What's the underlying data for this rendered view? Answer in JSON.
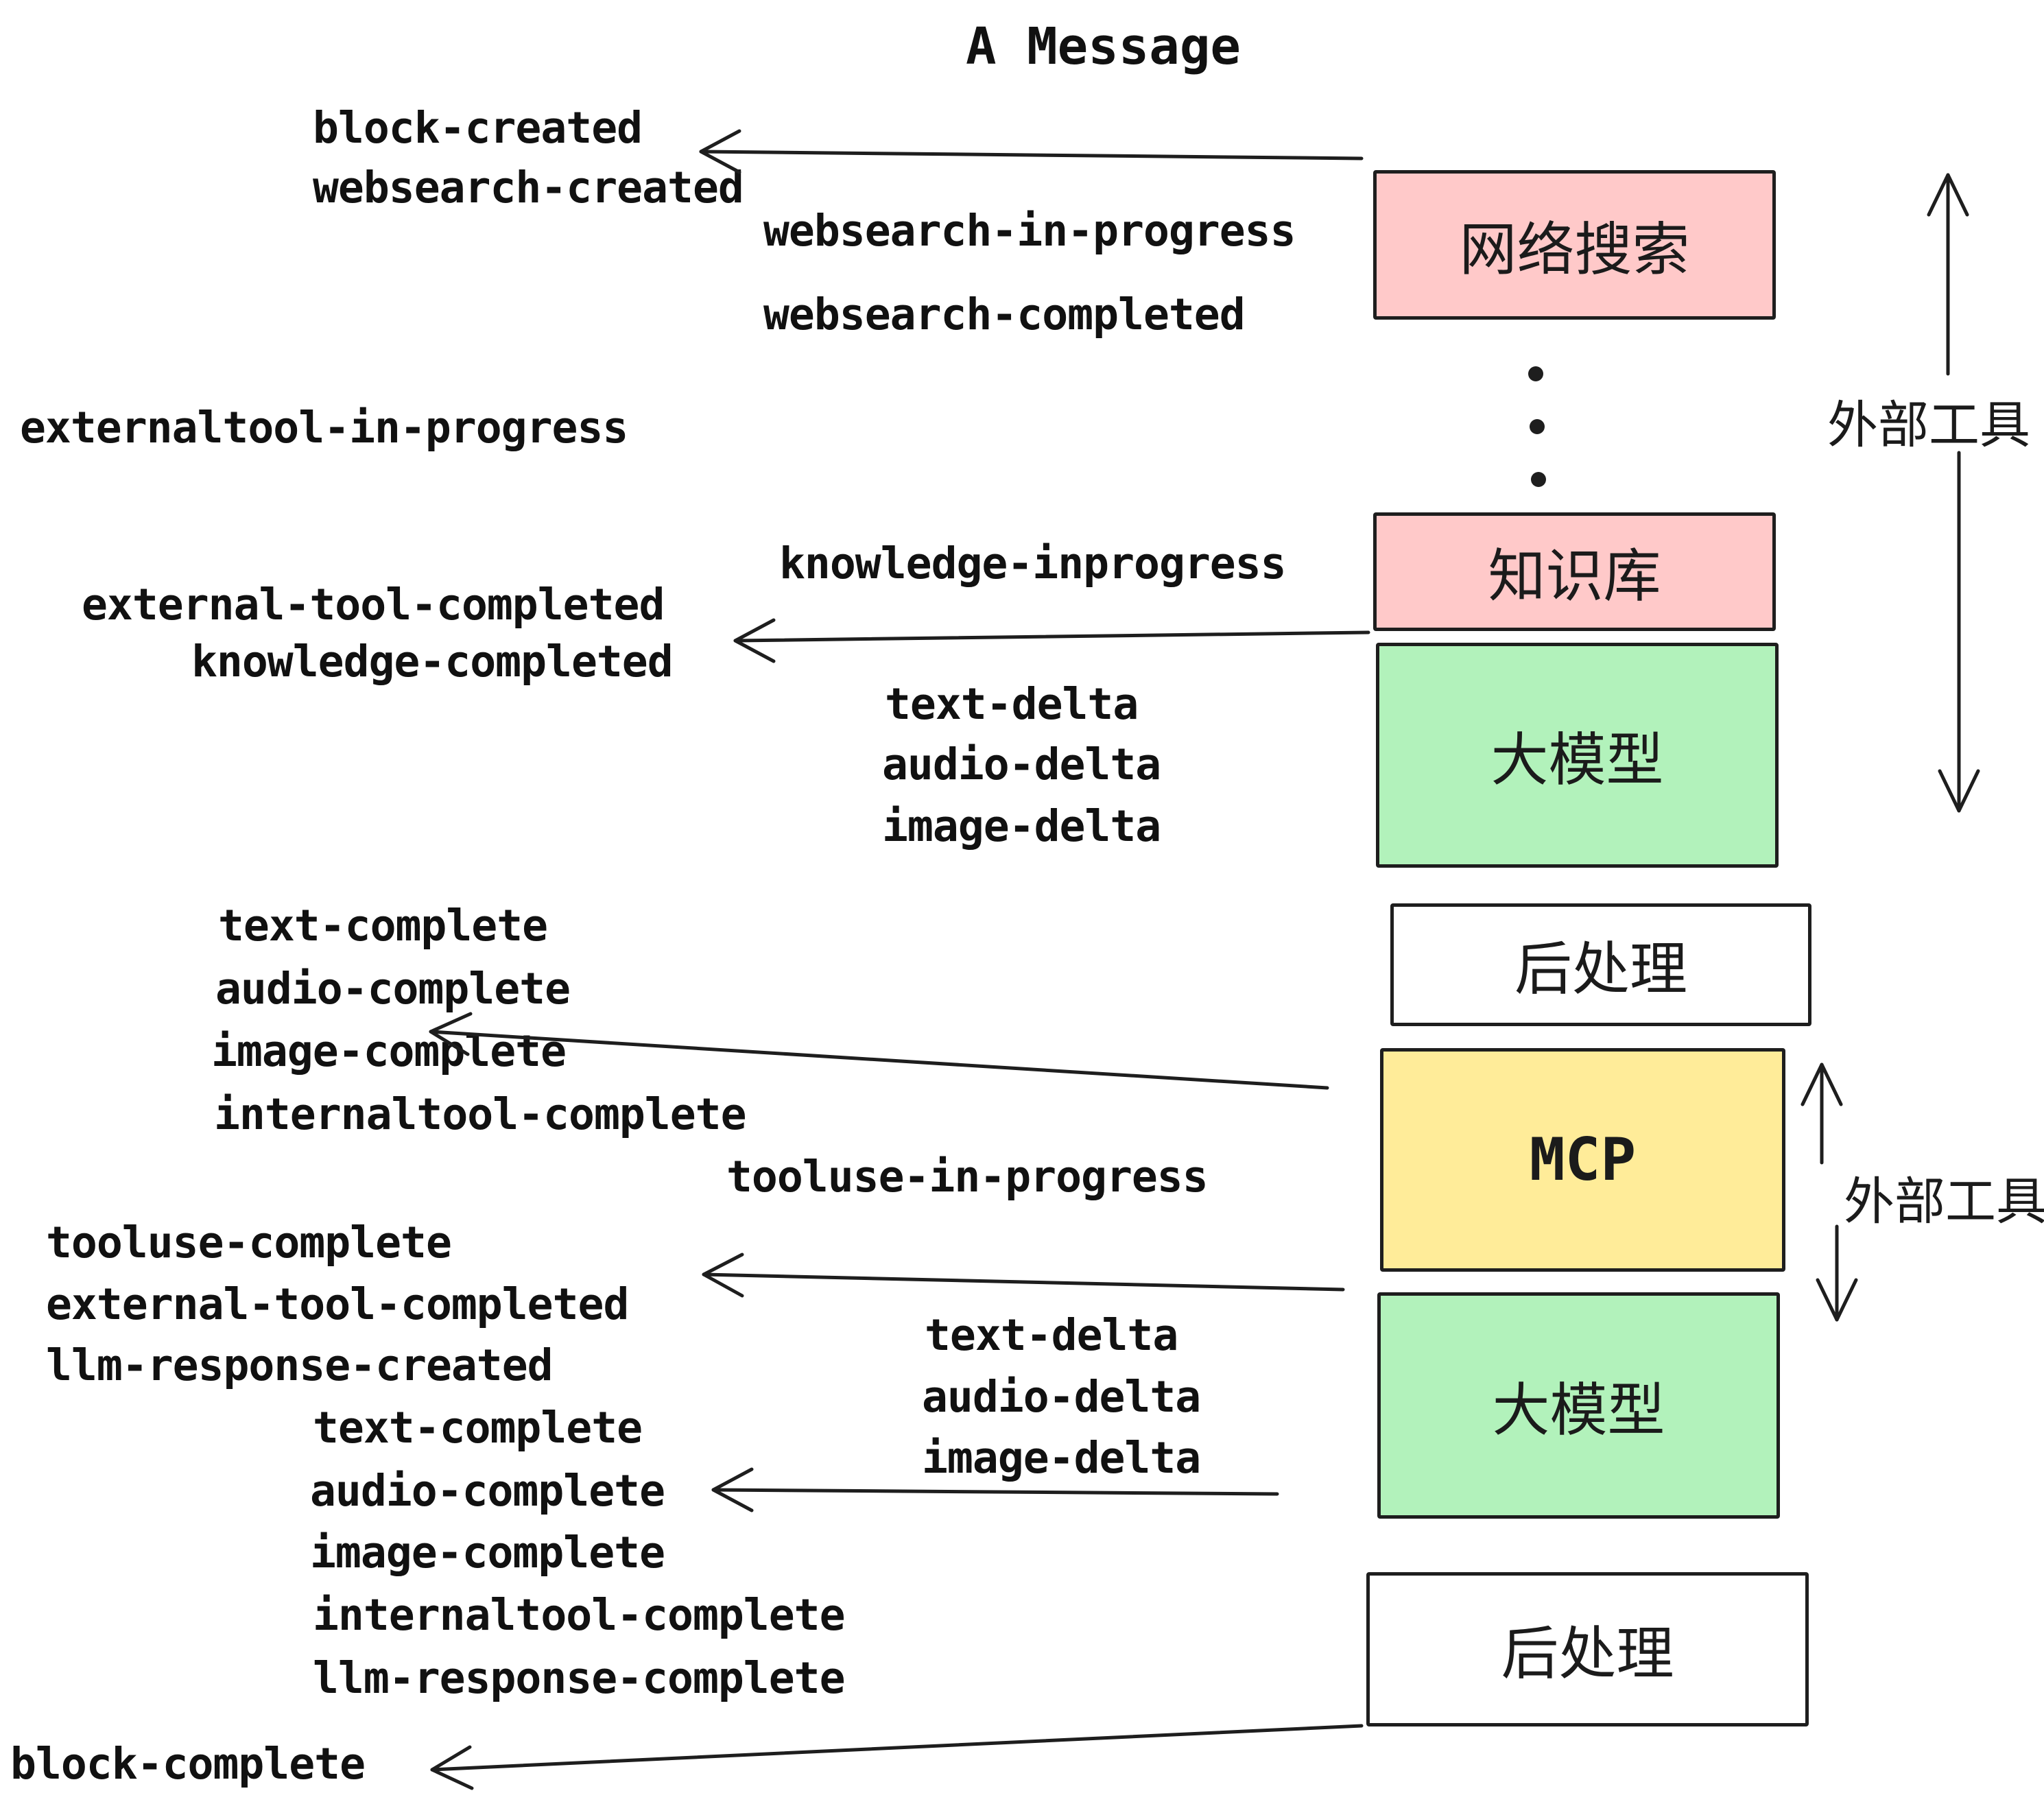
{
  "title": "A Message",
  "colors": {
    "pink": "#ffc9c9",
    "green": "#b2f2bb",
    "yellow": "#ffec99",
    "white": "#ffffff",
    "stroke": "#1e1e1e",
    "text": "#111111"
  },
  "boxes": [
    {
      "label": "网络搜索",
      "color": "pink"
    },
    {
      "label": "知识库",
      "color": "pink"
    },
    {
      "label": "大模型",
      "color": "green"
    },
    {
      "label": "后处理",
      "color": "white"
    },
    {
      "label": "MCP",
      "color": "yellow"
    },
    {
      "label": "大模型",
      "color": "green"
    },
    {
      "label": "后处理",
      "color": "white"
    }
  ],
  "side_labels": [
    {
      "text": "外部工具"
    },
    {
      "text": "外部工具"
    }
  ],
  "events": [
    {
      "text": "block-created"
    },
    {
      "text": "websearch-created"
    },
    {
      "text": "websearch-in-progress"
    },
    {
      "text": "websearch-completed"
    },
    {
      "text": "externaltool-in-progress"
    },
    {
      "text": "knowledge-inprogress"
    },
    {
      "text": "external-tool-completed"
    },
    {
      "text": "knowledge-completed"
    },
    {
      "text": "text-delta"
    },
    {
      "text": "audio-delta"
    },
    {
      "text": "image-delta"
    },
    {
      "text": "text-complete"
    },
    {
      "text": "audio-complete"
    },
    {
      "text": "image-complete"
    },
    {
      "text": "internaltool-complete"
    },
    {
      "text": "tooluse-in-progress"
    },
    {
      "text": "tooluse-complete"
    },
    {
      "text": "external-tool-completed"
    },
    {
      "text": "llm-response-created"
    },
    {
      "text": "text-complete"
    },
    {
      "text": "audio-complete"
    },
    {
      "text": "image-complete"
    },
    {
      "text": "internaltool-complete"
    },
    {
      "text": "llm-response-complete"
    },
    {
      "text": "block-complete"
    },
    {
      "text": "text-delta"
    },
    {
      "text": "audio-delta"
    },
    {
      "text": "image-delta"
    }
  ]
}
